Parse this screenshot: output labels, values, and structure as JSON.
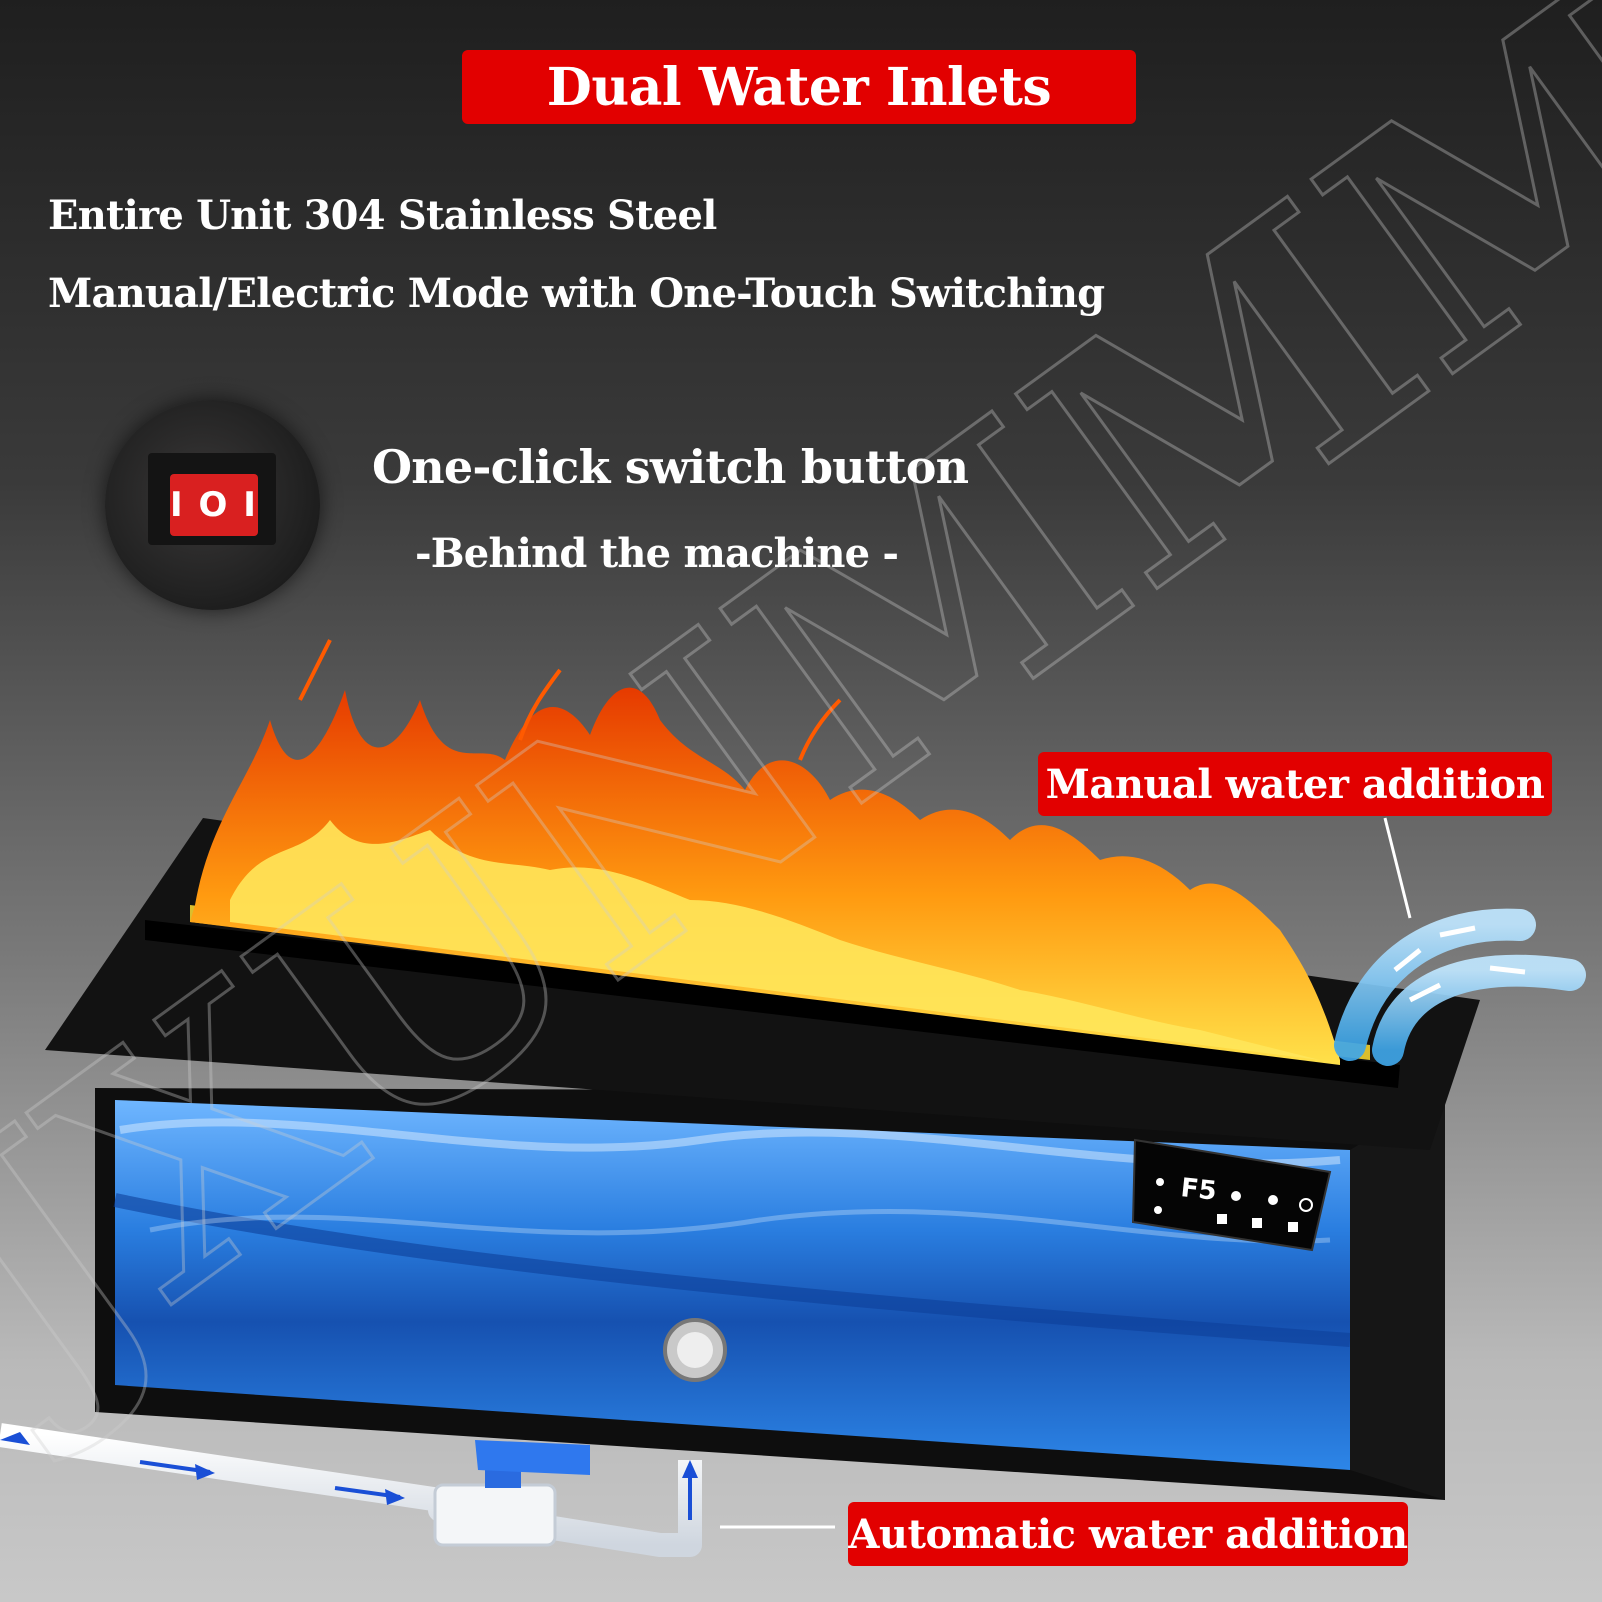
{
  "banner": {
    "title": "Dual Water Inlets"
  },
  "features": {
    "line1": "Entire Unit 304 Stainless Steel",
    "line2": "Manual/Electric Mode with One-Touch Switching"
  },
  "switch": {
    "label": "One-click switch button",
    "sublabel": "-Behind the machine -",
    "rocker_glyph": "I O I"
  },
  "callouts": {
    "manual": "Manual water addition",
    "automatic": "Automatic water addition"
  },
  "control_panel": {
    "display": "F5"
  },
  "watermark": {
    "text": "JXUNMMM"
  },
  "colors": {
    "banner_red": "#e20000",
    "water_blue": "#1f66c8",
    "flame_orange": "#ff6a00",
    "flame_yellow": "#ffd21a",
    "body_black": "#111111",
    "arrow_blue": "#1a4fd6"
  }
}
